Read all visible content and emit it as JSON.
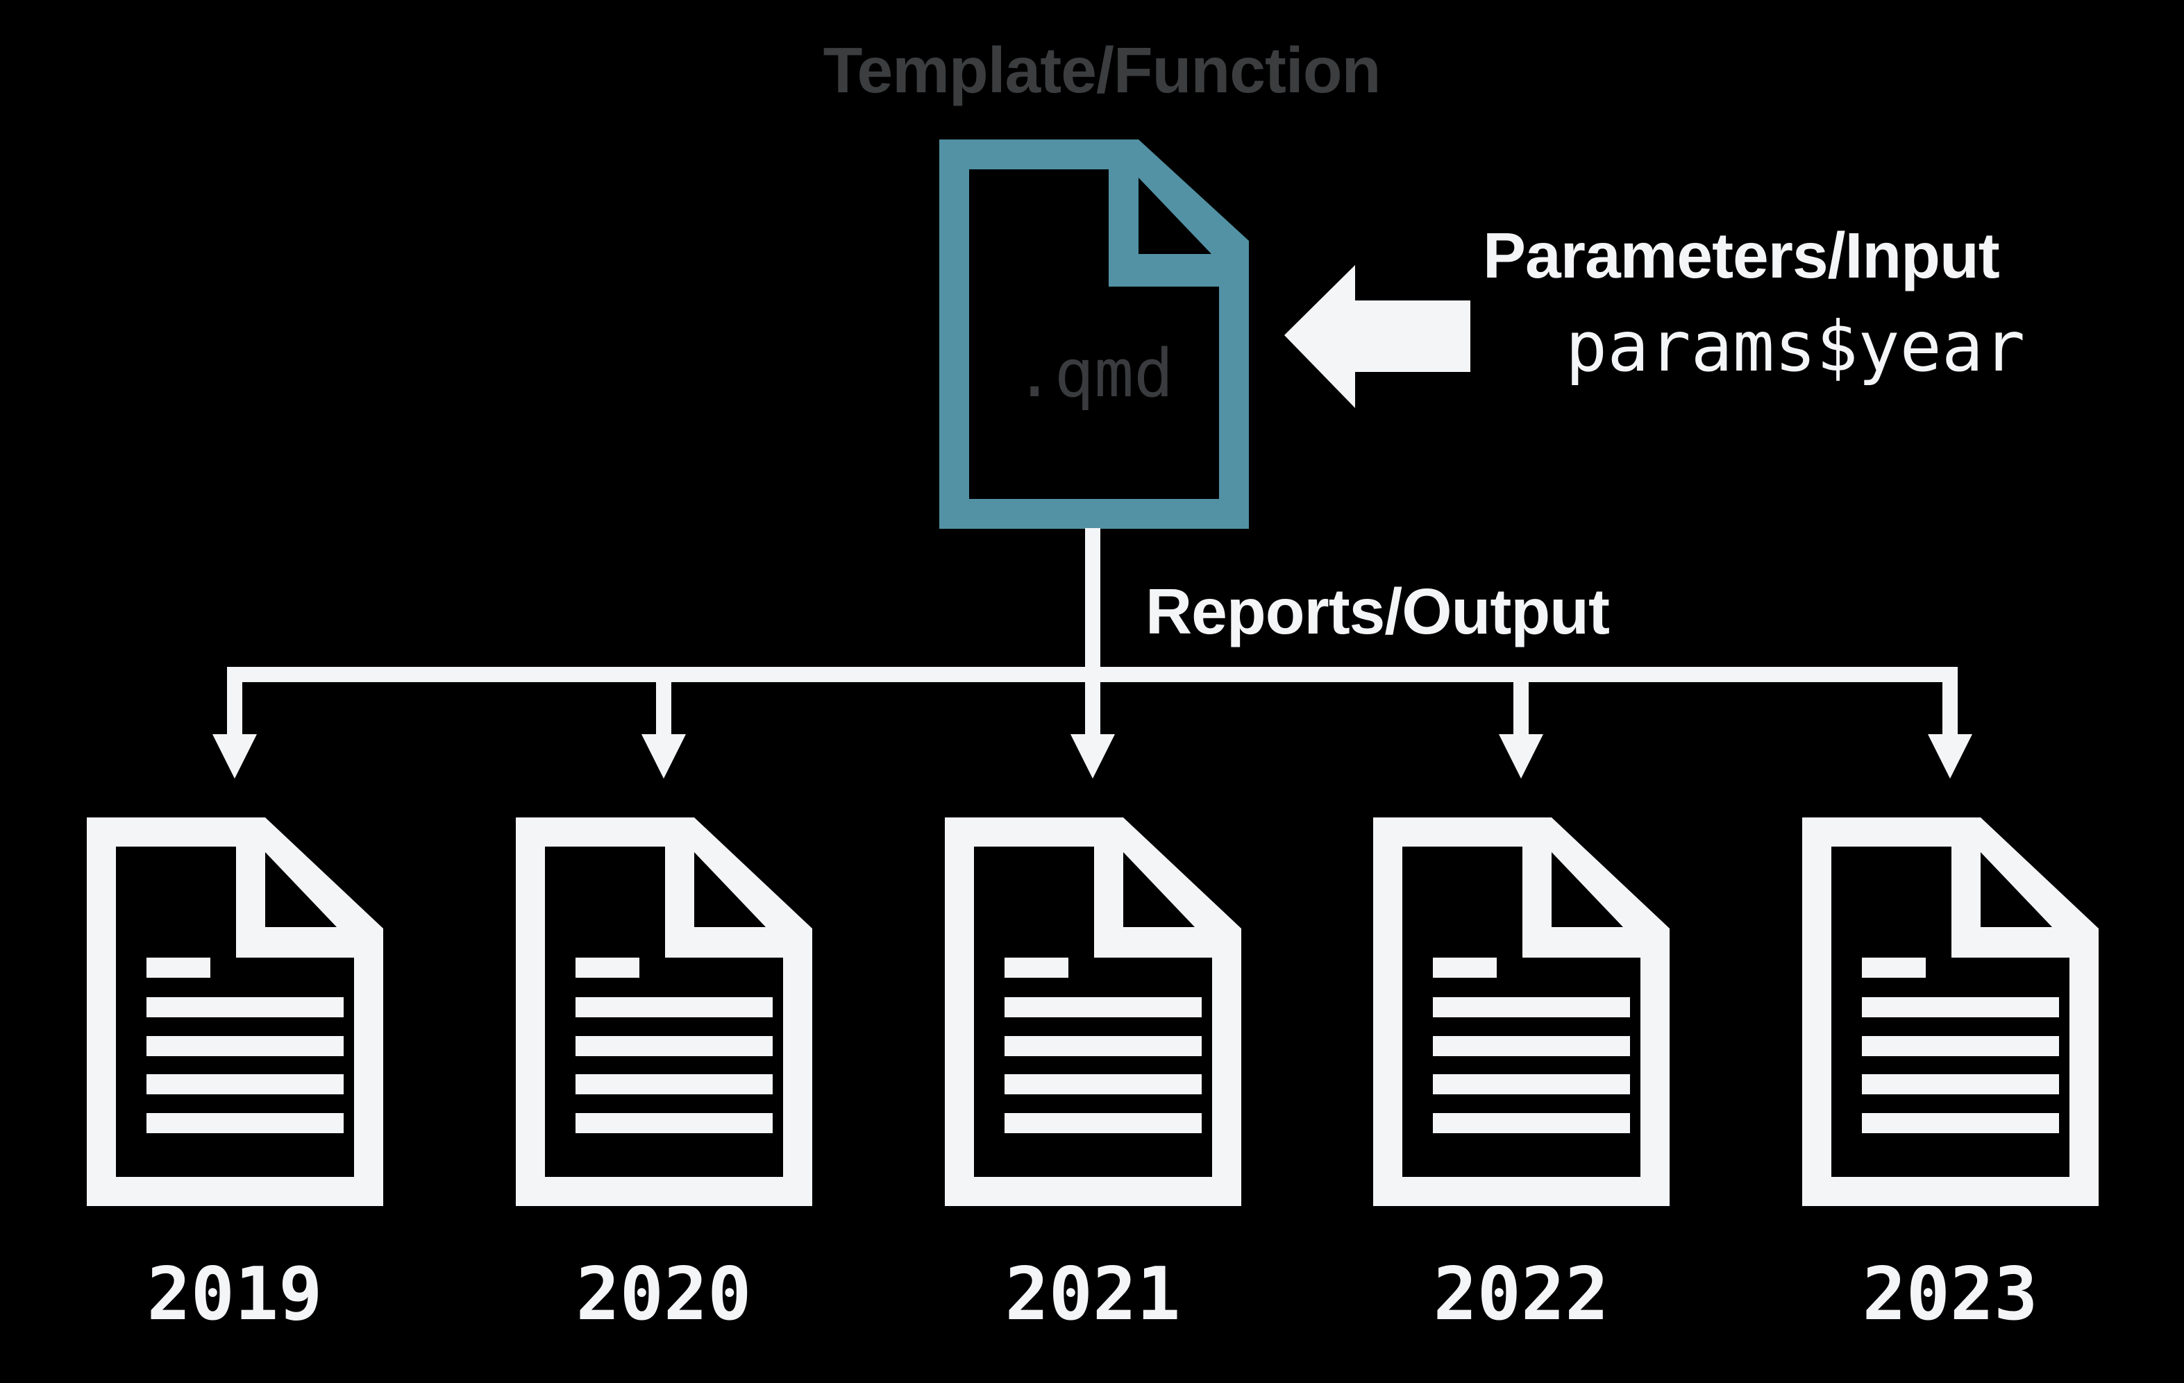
{
  "title": "Template/Function",
  "template_doc": {
    "file_label": ".qmd"
  },
  "parameters": {
    "heading": "Parameters/Input",
    "code": "params$year"
  },
  "reports": {
    "heading": "Reports/Output"
  },
  "years": [
    "2019",
    "2020",
    "2021",
    "2022",
    "2023"
  ],
  "colors": {
    "background": "#000000",
    "teal_accent": "#5292a4",
    "off_white": "#f4f5f7",
    "title_gray": "#3b3d3f",
    "qmd_text_gray": "#393b3e"
  }
}
